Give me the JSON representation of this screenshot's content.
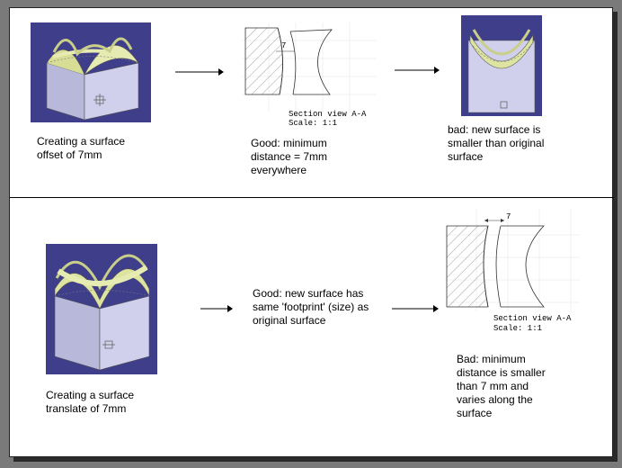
{
  "top": {
    "caption_offset": "Creating a surface\noffset of 7mm",
    "caption_good": "Good: minimum\ndistance = 7mm\neverywhere",
    "caption_bad": "bad: new surface is\nsmaller than original\nsurface",
    "section_label": "Section view A-A",
    "section_scale": "Scale:  1:1",
    "dimension": "7"
  },
  "bottom": {
    "caption_translate": "Creating a surface\ntranslate of 7mm",
    "caption_good": "Good: new surface has\nsame 'footprint' (size) as\noriginal surface",
    "caption_bad": "Bad: minimum\ndistance is smaller\nthan 7 mm and\nvaries along the\nsurface",
    "section_label": "Section view A-A",
    "section_scale": "Scale:  1:1",
    "dimension": "7"
  },
  "colors": {
    "render_bg": "#3e3e8a",
    "surface": "#e6ebb2",
    "box": "#c8c8e6"
  }
}
